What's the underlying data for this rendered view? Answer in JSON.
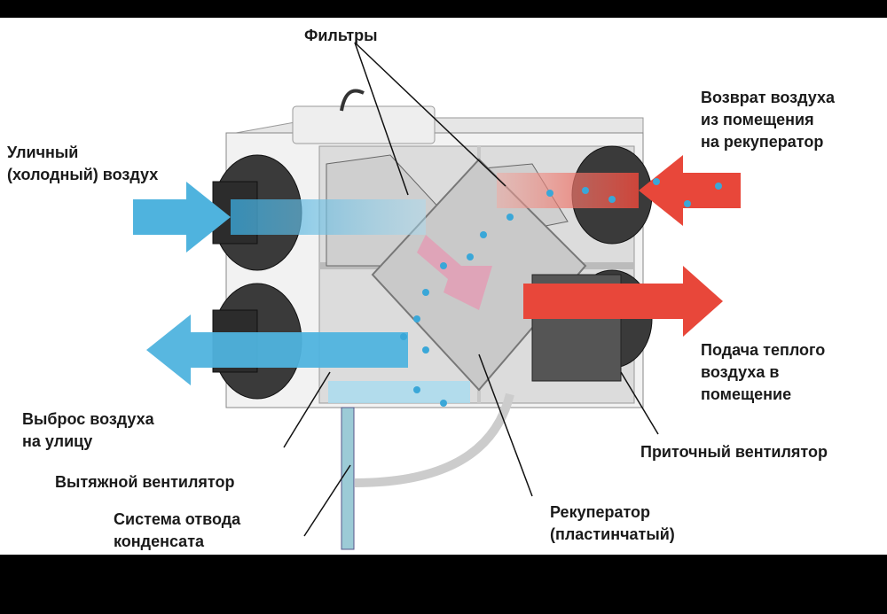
{
  "labels": {
    "filters": "Фильтры",
    "outdoor_air": [
      "Уличный",
      "(холодный) воздух"
    ],
    "return_air": [
      "Возврат воздуха",
      "из помещения",
      "на рекуператор"
    ],
    "supply_air": [
      "Подача теплого",
      "воздуха в",
      "помещение"
    ],
    "supply_fan": "Приточный вентилятор",
    "exhaust_air": [
      "Выброс воздуха",
      "на улицу"
    ],
    "exhaust_fan": "Вытяжной вентилятор",
    "condensate": [
      "Система отвода",
      "конденсата"
    ],
    "recuperator": [
      "Рекуператор",
      "(пластинчатый)"
    ]
  },
  "colors": {
    "cold": "#4fb3de",
    "warm": "#e8473a",
    "mixed": "#e59bb4"
  }
}
